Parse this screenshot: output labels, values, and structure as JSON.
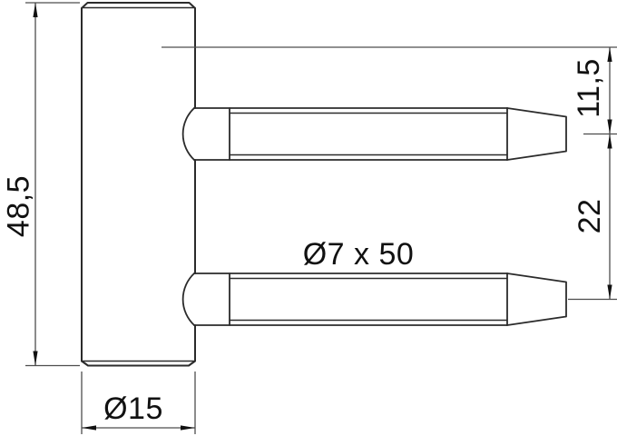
{
  "labels": {
    "overall_height": "48,5",
    "body_diameter": "Ø15",
    "pin_spec": "Ø7 x 50",
    "pin_top_offset": "11,5",
    "pin_spacing": "22"
  },
  "colors": {
    "background": "#ffffff",
    "outline": "#2b2b2b",
    "dimension_line": "#4d4d4d",
    "arrow": "#111111"
  }
}
